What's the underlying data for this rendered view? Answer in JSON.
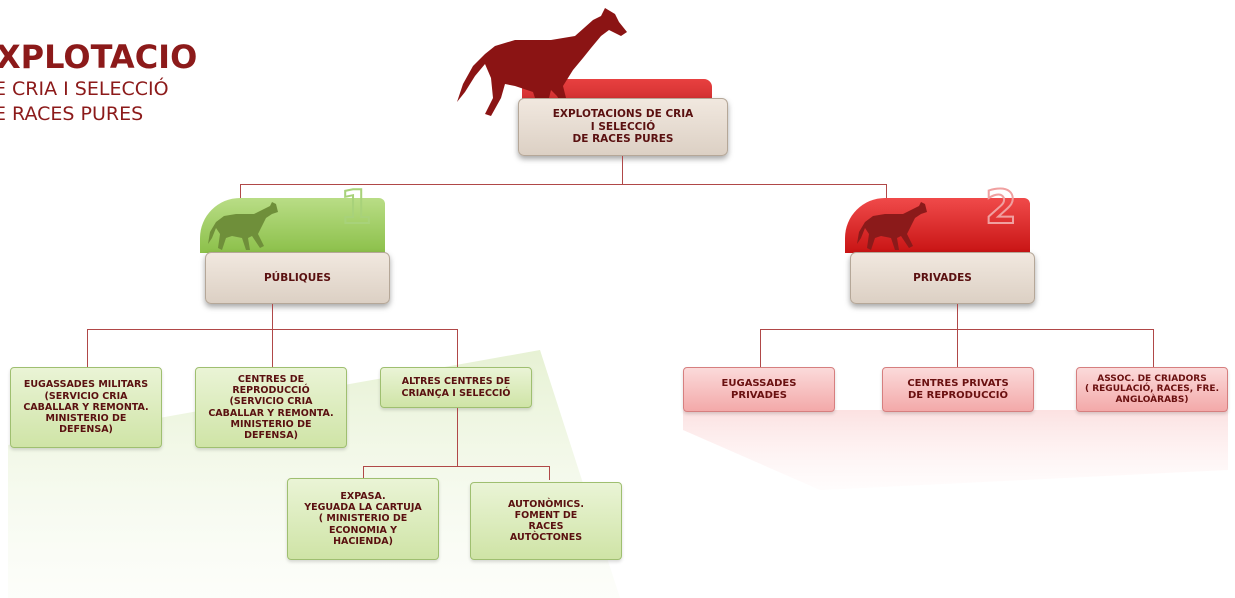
{
  "header": {
    "title": "XPLOTACIO",
    "subtitle_line1": "E CRIA I SELECCIÓ",
    "subtitle_line2": "E RACES PURES"
  },
  "root": {
    "label": "EXPLOTACIONS DE CRIA\nI SELECCIÓ\nDE RACES PURES"
  },
  "publiques": {
    "number": "1",
    "label": "PÚBLIQUES",
    "children": [
      "EUGASSADES MILITARS\n(SERVICIO CRIA\nCABALLAR Y REMONTA.\nMINISTERIO DE\nDEFENSA)",
      "CENTRES DE REPRODUCCIÓ\n(SERVICIO CRIA\nCABALLAR Y REMONTA.\nMINISTERIO DE\nDEFENSA)",
      "ALTRES CENTRES DE\nCRIANÇA I SELECCIÓ"
    ],
    "grandchildren": [
      "EXPASA.\nYEGUADA LA CARTUJA\n( MINISTERIO DE\nECONOMIA Y\nHACIENDA)",
      "AUTONÒMICS.\nFOMENT DE\nRACES\nAUTÒCTONES"
    ]
  },
  "privades": {
    "number": "2",
    "label": "PRIVADES",
    "children": [
      "EUGASSADES\nPRIVADES",
      "CENTRES PRIVATS\nDE REPRODUCCIÓ",
      "ASSOC. DE CRIADORS\n( REGULACIÓ, RACES, FRE.\nANGLOÀRABS)"
    ]
  },
  "colors": {
    "dark_red": "#8c1a1a",
    "horse": "#8b1414",
    "green_accent": "#8cc04a",
    "red_accent": "#e01c1c",
    "beige": "#e6dccf"
  },
  "icons": [
    "horse-silhouette-icon",
    "horse-small-green-icon",
    "horse-small-red-icon"
  ]
}
